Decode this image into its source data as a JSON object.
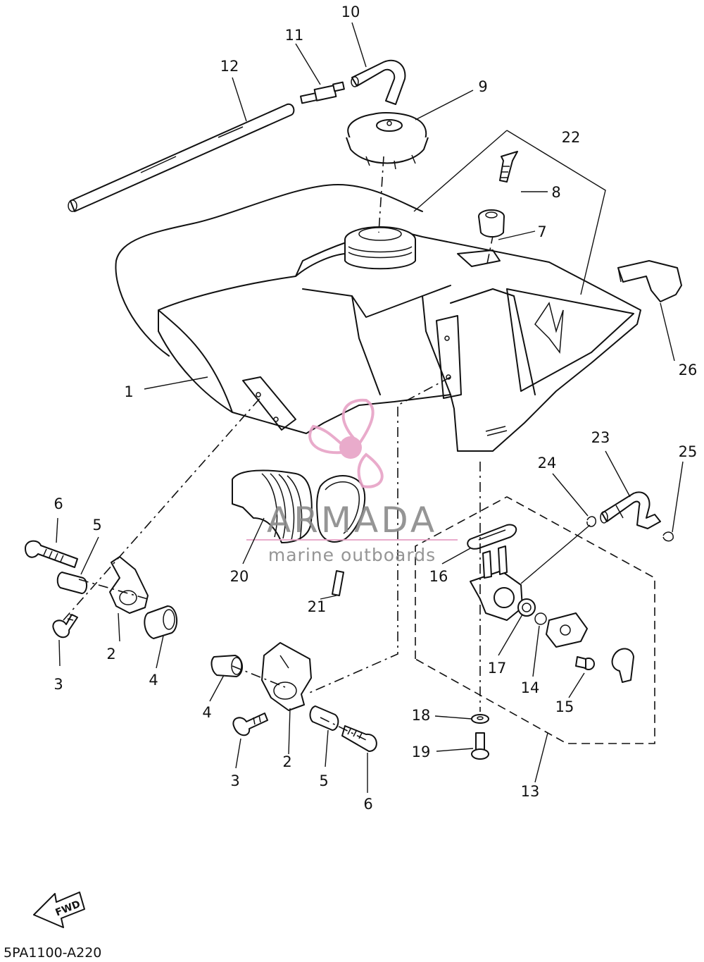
{
  "diagram_code": "5PA1100-A220",
  "fwd_label": "FWD",
  "watermark": {
    "title": "ARMADA",
    "subtitle": "marine outboards",
    "title_color": "#8a8a8a",
    "accent_color": "#e7a2c6"
  },
  "callouts": {
    "c1": "1",
    "c2a": "2",
    "c2b": "2",
    "c3a": "3",
    "c3b": "3",
    "c4a": "4",
    "c4b": "4",
    "c5a": "5",
    "c5b": "5",
    "c6a": "6",
    "c6b": "6",
    "c7": "7",
    "c8": "8",
    "c9": "9",
    "c10": "10",
    "c11": "11",
    "c12": "12",
    "c13": "13",
    "c14": "14",
    "c15": "15",
    "c16": "16",
    "c17": "17",
    "c18": "18",
    "c19": "19",
    "c20": "20",
    "c21": "21",
    "c22": "22",
    "c23": "23",
    "c24": "24",
    "c25": "25",
    "c26": "26"
  }
}
